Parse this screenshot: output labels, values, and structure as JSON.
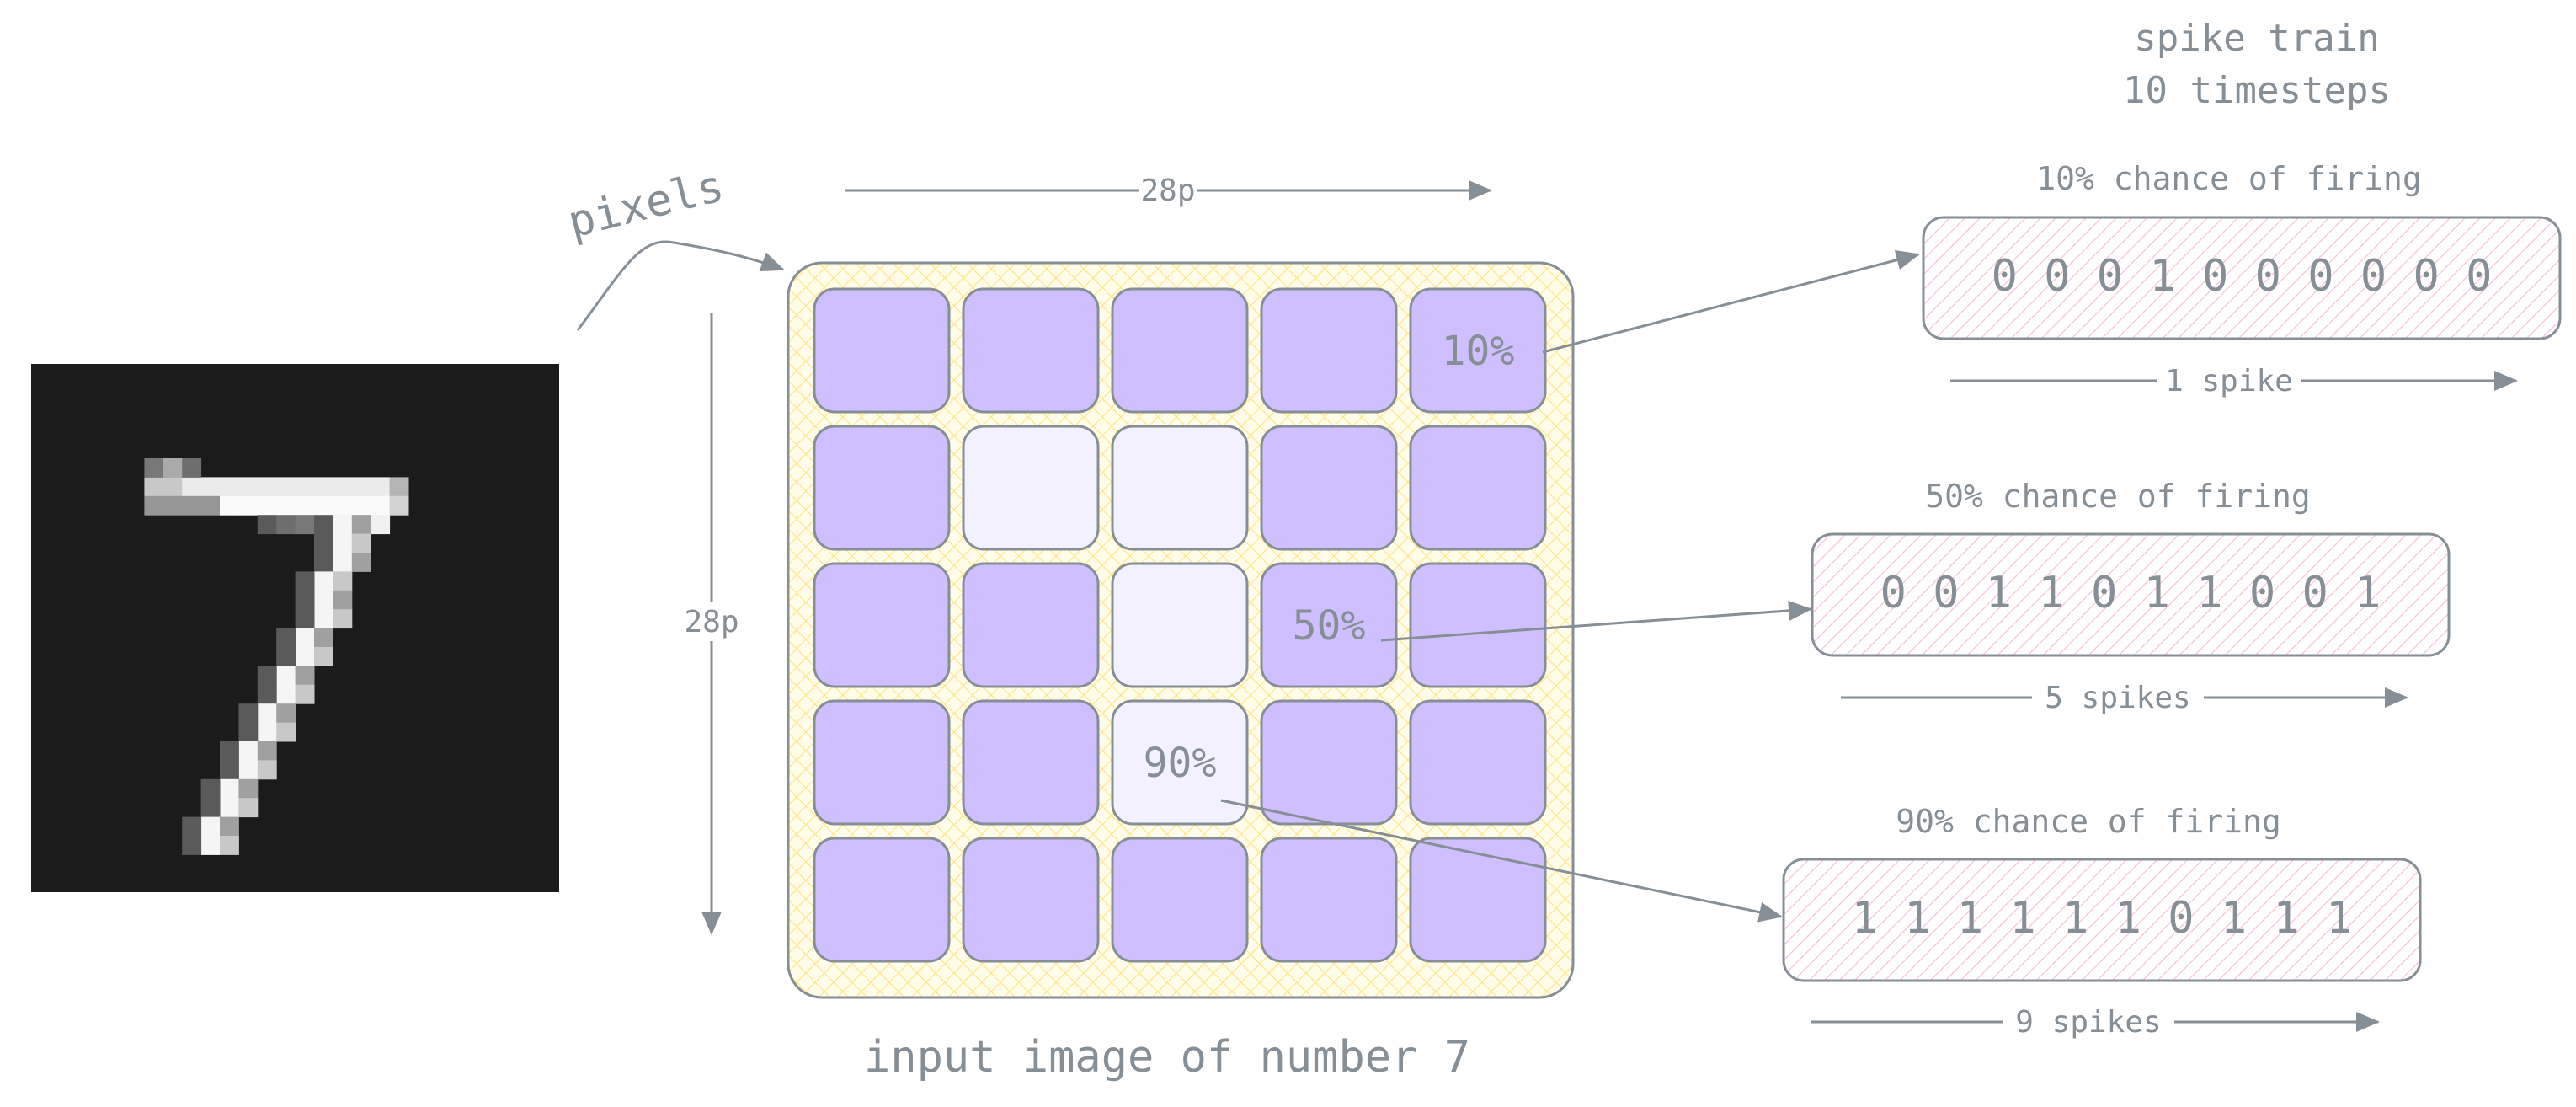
{
  "header": {
    "line1": "spike train",
    "line2": "10 timesteps"
  },
  "pixels_label": "pixels",
  "caption": "input image of number 7",
  "dims": {
    "width_label": "28p",
    "height_label": "28p"
  },
  "grid": {
    "rows": [
      [
        {
          "shade": "dark",
          "label": ""
        },
        {
          "shade": "dark",
          "label": ""
        },
        {
          "shade": "dark",
          "label": ""
        },
        {
          "shade": "dark",
          "label": ""
        },
        {
          "shade": "dark",
          "label": "10%"
        }
      ],
      [
        {
          "shade": "dark",
          "label": ""
        },
        {
          "shade": "light",
          "label": ""
        },
        {
          "shade": "light",
          "label": ""
        },
        {
          "shade": "dark",
          "label": ""
        },
        {
          "shade": "dark",
          "label": ""
        }
      ],
      [
        {
          "shade": "dark",
          "label": ""
        },
        {
          "shade": "dark",
          "label": ""
        },
        {
          "shade": "light",
          "label": ""
        },
        {
          "shade": "dark",
          "label": "50%"
        },
        {
          "shade": "dark",
          "label": ""
        }
      ],
      [
        {
          "shade": "dark",
          "label": ""
        },
        {
          "shade": "dark",
          "label": ""
        },
        {
          "shade": "light",
          "label": "90%"
        },
        {
          "shade": "dark",
          "label": ""
        },
        {
          "shade": "dark",
          "label": ""
        }
      ],
      [
        {
          "shade": "dark",
          "label": ""
        },
        {
          "shade": "dark",
          "label": ""
        },
        {
          "shade": "dark",
          "label": ""
        },
        {
          "shade": "dark",
          "label": ""
        },
        {
          "shade": "dark",
          "label": ""
        }
      ]
    ]
  },
  "trains": [
    {
      "title": "10% chance of firing",
      "bits": "0 0 0 1 0 0 0 0 0 0",
      "count": "1 spike"
    },
    {
      "title": "50% chance of firing",
      "bits": "0 0 1 1 0 1 1 0 0 1",
      "count": "5 spikes"
    },
    {
      "title": "90% chance of firing",
      "bits": "1 1 1 1 1 1 0 1 1 1",
      "count": "9 spikes"
    }
  ],
  "colors": {
    "stroke": "#868e96",
    "cell_dark": "#d0bfff",
    "cell_light": "#f3f0ff",
    "panel_fill": "#fff9db",
    "panel_hatch": "#ffec99",
    "train_hatch": "#fcc2d7",
    "digit_bg": "#1b1b1b"
  }
}
